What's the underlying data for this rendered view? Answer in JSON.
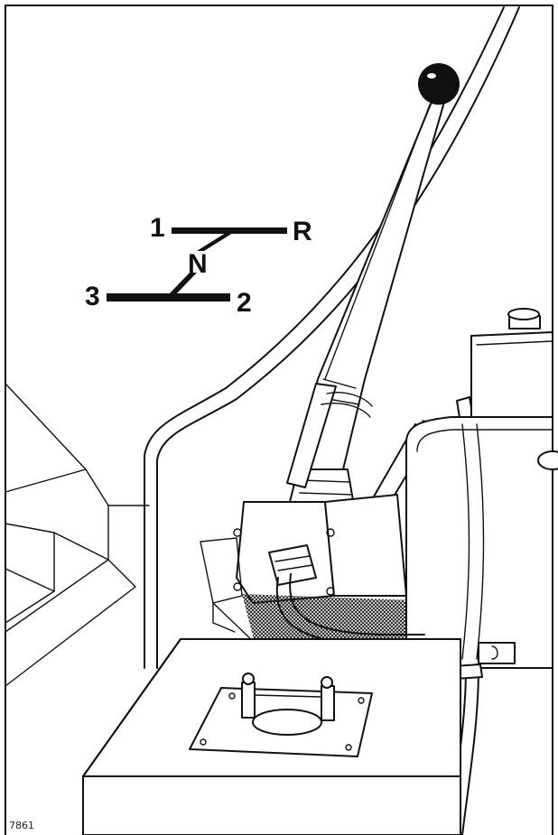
{
  "gear_pattern": {
    "labels": {
      "first": "1",
      "reverse": "R",
      "neutral": "N",
      "third": "3",
      "second": "2"
    }
  },
  "figure_number": "7861",
  "colors": {
    "ink": "#111111",
    "paper": "#ffffff"
  }
}
